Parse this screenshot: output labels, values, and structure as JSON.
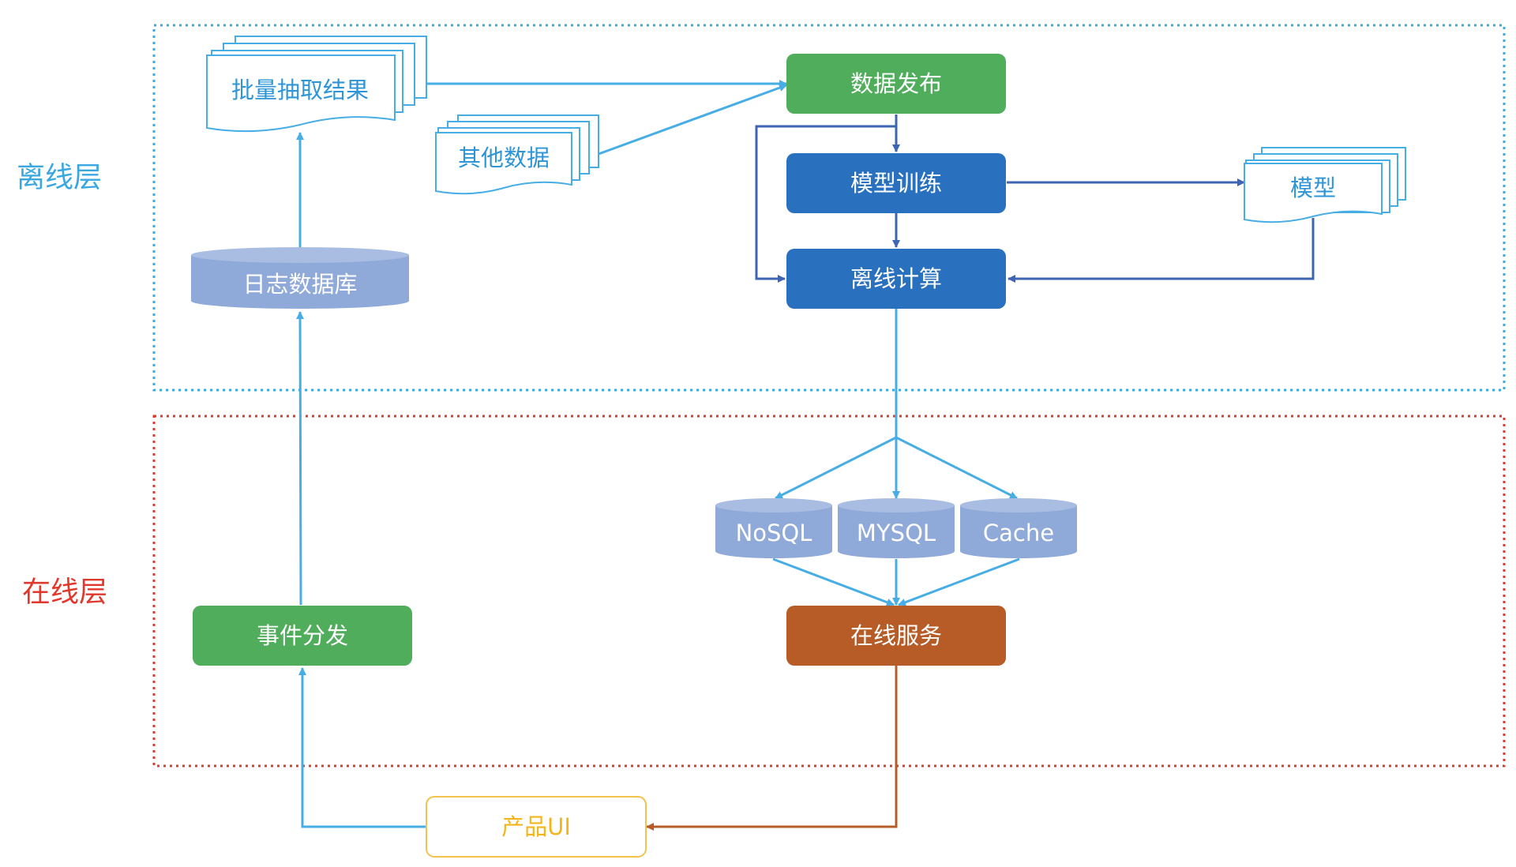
{
  "layers": {
    "offline": {
      "label": "离线层",
      "color": "#3ba7e0"
    },
    "online": {
      "label": "在线层",
      "color": "#e0382d"
    }
  },
  "nodes": {
    "batch_result": "批量抽取结果",
    "other_data": "其他数据",
    "data_publish": "数据发布",
    "model_training": "模型训练",
    "model": "模型",
    "offline_compute": "离线计算",
    "log_db": "日志数据库",
    "nosql": "NoSQL",
    "mysql": "MYSQL",
    "cache": "Cache",
    "online_service": "在线服务",
    "event_dispatch": "事件分发",
    "product_ui": "产品UI"
  },
  "colors": {
    "green": "#4fad5b",
    "blue": "#2971bf",
    "orange": "#b85c27",
    "db": "#8fa9d9",
    "arrow_light": "#47ade5",
    "arrow_dark": "#3d65b3",
    "arrow_orange": "#b85c27",
    "ui_border": "#f4c24d",
    "ui_text": "#f4b51c",
    "doc_border": "#47ade5",
    "doc_text": "#2e95d6"
  }
}
